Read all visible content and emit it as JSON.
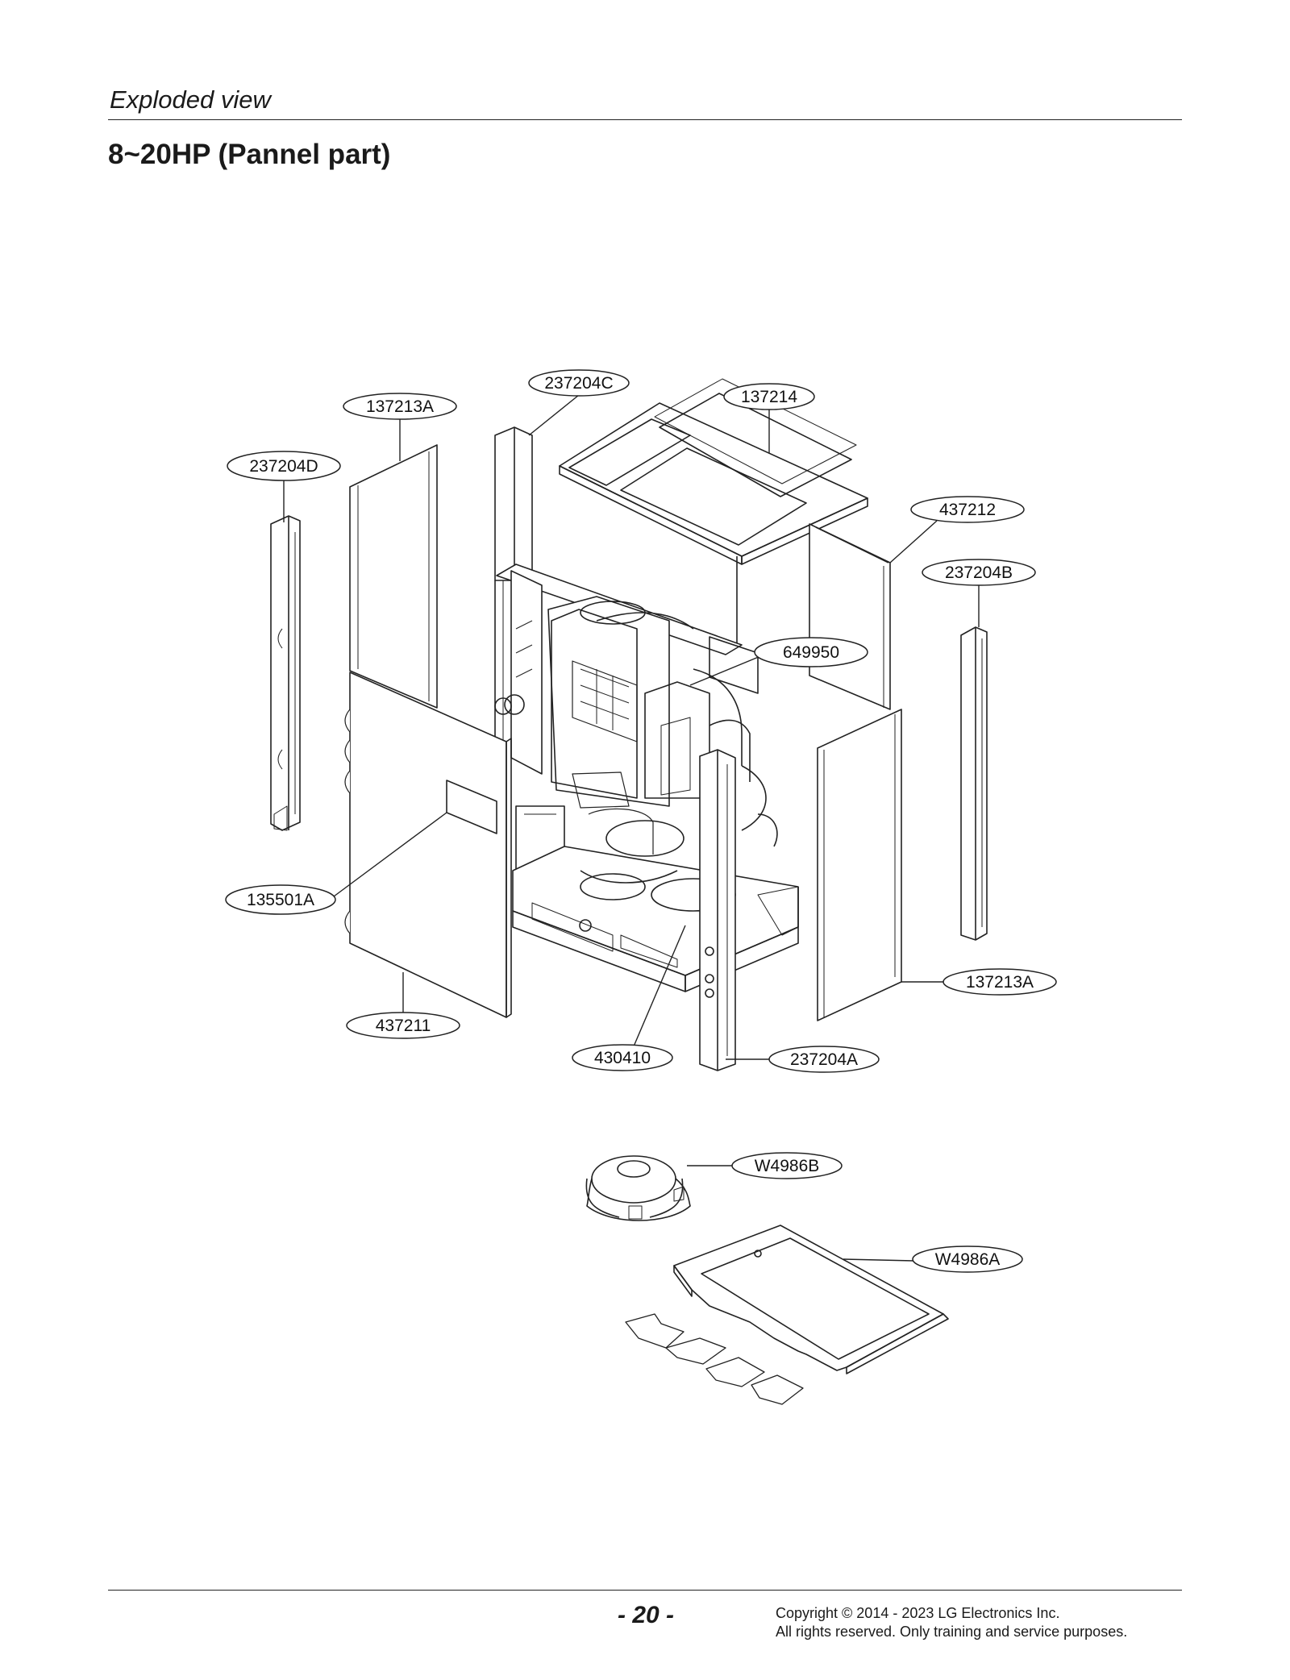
{
  "header": {
    "section": "Exploded view",
    "title": "8~20HP (Pannel part)"
  },
  "callouts": {
    "c237204C": "237204C",
    "c137214": "137214",
    "c137213A_top": "137213A",
    "c237204D": "237204D",
    "c437212": "437212",
    "c237204B": "237204B",
    "c649950": "649950",
    "c135501A": "135501A",
    "c137213A_right": "137213A",
    "c437211": "437211",
    "c430410": "430410",
    "c237204A": "237204A",
    "cW4986B": "W4986B",
    "cW4986A": "W4986A"
  },
  "footer": {
    "page_number": "- 20 -",
    "copyright_line1": "Copyright © 2014 - 2023 LG Electronics Inc.",
    "copyright_line2": "All rights reserved. Only training and service purposes."
  }
}
